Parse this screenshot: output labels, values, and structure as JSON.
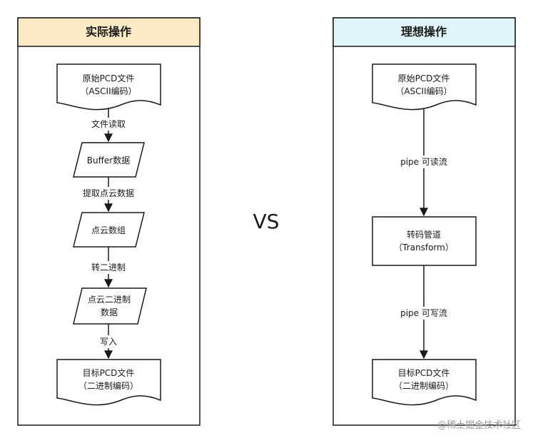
{
  "left_panel": {
    "title": "实际操作",
    "title_bg": "#fbeac4",
    "nodes": [
      {
        "shape": "document",
        "lines": [
          "原始PCD文件",
          "（ASCII编码）"
        ]
      },
      {
        "shape": "parallelogram",
        "lines": [
          "Buffer数据"
        ]
      },
      {
        "shape": "parallelogram",
        "lines": [
          "点云数组"
        ]
      },
      {
        "shape": "parallelogram",
        "lines": [
          "点云二进制",
          "数据"
        ]
      },
      {
        "shape": "document",
        "lines": [
          "目标PCD文件",
          "（二进制编码）"
        ]
      }
    ],
    "edges": [
      "文件读取",
      "提取点云数据",
      "转二进制",
      "写入"
    ]
  },
  "right_panel": {
    "title": "理想操作",
    "title_bg": "#dff4fb",
    "nodes": [
      {
        "shape": "document",
        "lines": [
          "原始PCD文件",
          "（ASCII编码）"
        ]
      },
      {
        "shape": "rectangle",
        "lines": [
          "转码管道",
          "（Transform）"
        ]
      },
      {
        "shape": "document",
        "lines": [
          "目标PCD文件",
          "（二进制编码）"
        ]
      }
    ],
    "edges": [
      "pipe 可读流",
      "pipe 可写流"
    ]
  },
  "vs_label": "VS",
  "watermark": "@稀土掘金技术社区"
}
